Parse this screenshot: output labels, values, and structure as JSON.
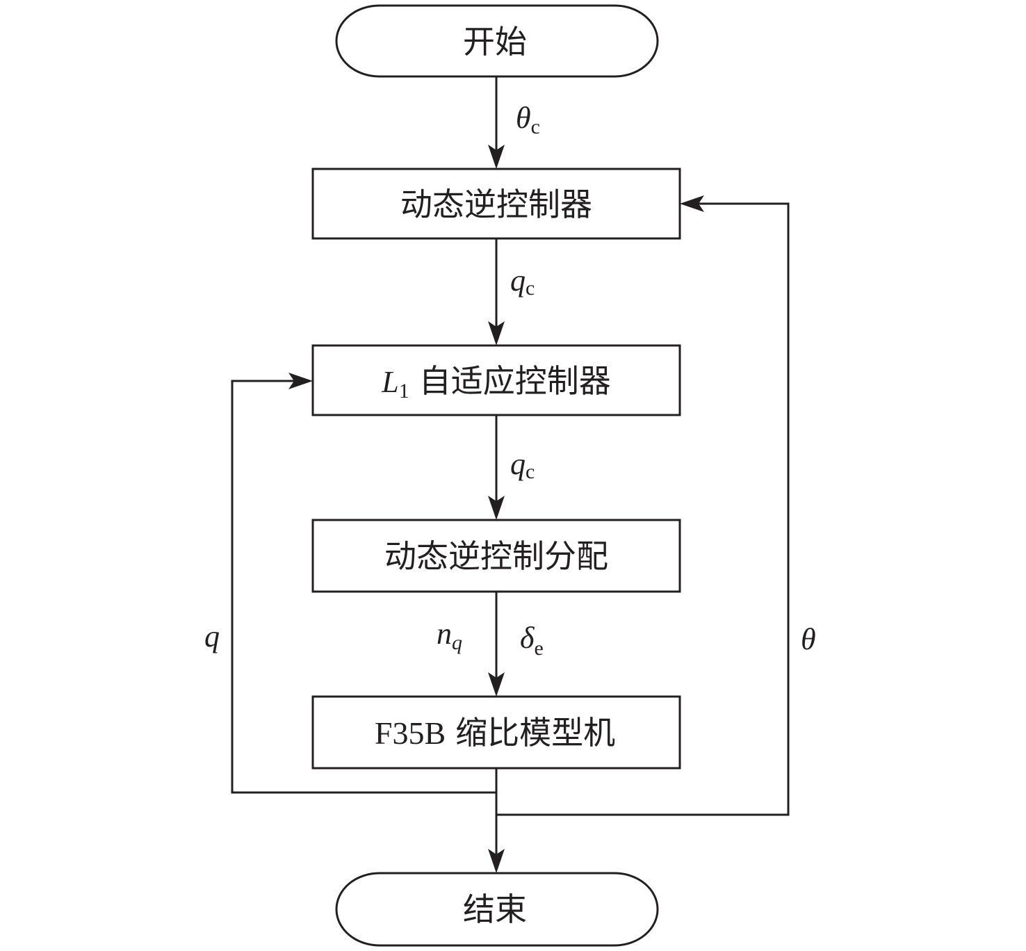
{
  "diagram": {
    "type": "flowchart",
    "nodes": {
      "start": {
        "label": "开始",
        "shape": "terminator"
      },
      "ndi_controller": {
        "label": "动态逆控制器",
        "shape": "process"
      },
      "l1_controller": {
        "label_var": "L",
        "label_sub": "1",
        "label_text": "自适应控制器",
        "shape": "process"
      },
      "ndi_allocation": {
        "label": "动态逆控制分配",
        "shape": "process"
      },
      "aircraft": {
        "label_prefix": "F35B",
        "label_text": "缩比模型机",
        "shape": "process"
      },
      "end": {
        "label": "结束",
        "shape": "terminator"
      }
    },
    "edges": [
      {
        "from": "start",
        "to": "ndi_controller",
        "label_var": "θ",
        "label_sub": "c"
      },
      {
        "from": "ndi_controller",
        "to": "l1_controller",
        "label_var": "q",
        "label_sub": "c"
      },
      {
        "from": "l1_controller",
        "to": "ndi_allocation",
        "label_var": "q",
        "label_sub": "c"
      },
      {
        "from": "ndi_allocation",
        "to": "aircraft",
        "labels": [
          {
            "var": "n",
            "sub": "q"
          },
          {
            "var": "δ",
            "sub": "e"
          }
        ]
      },
      {
        "from": "aircraft",
        "to": "end",
        "label": ""
      },
      {
        "from": "aircraft",
        "to": "l1_controller",
        "feedback": true,
        "side": "left",
        "label_var": "q"
      },
      {
        "from": "aircraft",
        "to": "ndi_controller",
        "feedback": true,
        "side": "right",
        "label_var": "θ"
      }
    ]
  }
}
